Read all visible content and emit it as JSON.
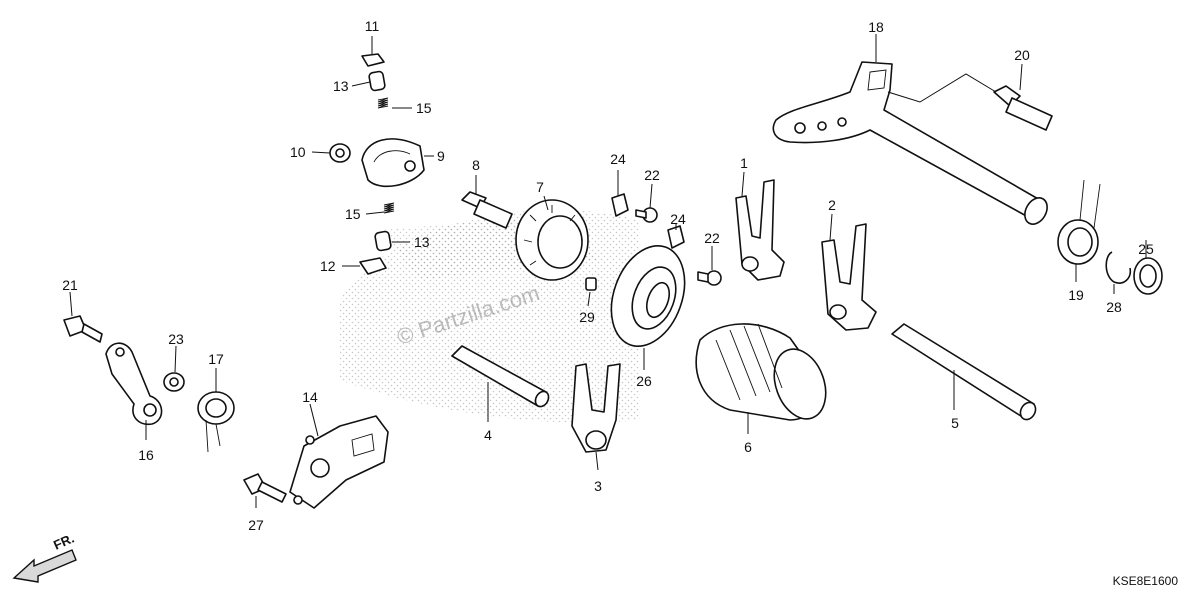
{
  "diagram": {
    "watermark": "© Partzilla.com",
    "reference_code": "KSE8E1600",
    "direction_label": "FR.",
    "callouts": [
      "1",
      "2",
      "3",
      "4",
      "5",
      "6",
      "7",
      "8",
      "9",
      "10",
      "11",
      "12",
      "13",
      "13",
      "15",
      "15",
      "14",
      "16",
      "17",
      "18",
      "19",
      "20",
      "21",
      "22",
      "22",
      "23",
      "24",
      "24",
      "25",
      "26",
      "27",
      "28",
      "29"
    ]
  }
}
